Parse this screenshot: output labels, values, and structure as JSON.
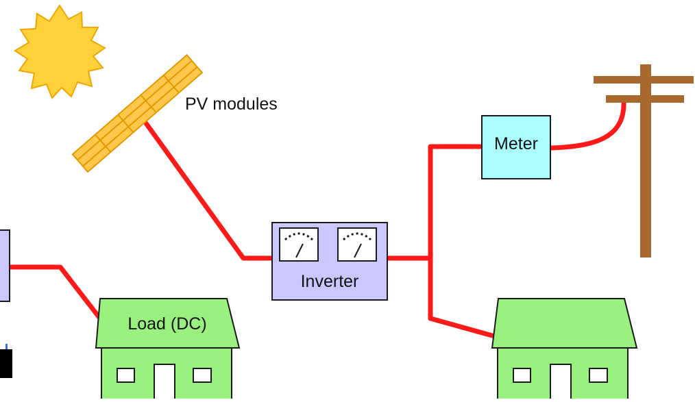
{
  "labels": {
    "pv_modules": "PV modules",
    "meter": "Meter",
    "inverter": "Inverter",
    "load_dc": "Load (DC)"
  },
  "colors": {
    "wire": "#ff1a1a",
    "sun": "#ffd23c",
    "sun_outline": "#f2a500",
    "panel": "#ffc84a",
    "panel_outline": "#e39800",
    "meter_box": "#aaffff",
    "inverter_box": "#cbc8ff",
    "device_box_left": "#cbc8ff",
    "house": "#99f07f",
    "pole": "#a8692e"
  },
  "icons": [
    "sun-icon",
    "pv-panel-icon",
    "utility-pole-icon",
    "house-icon",
    "meter-dial-icon",
    "battery-icon"
  ]
}
